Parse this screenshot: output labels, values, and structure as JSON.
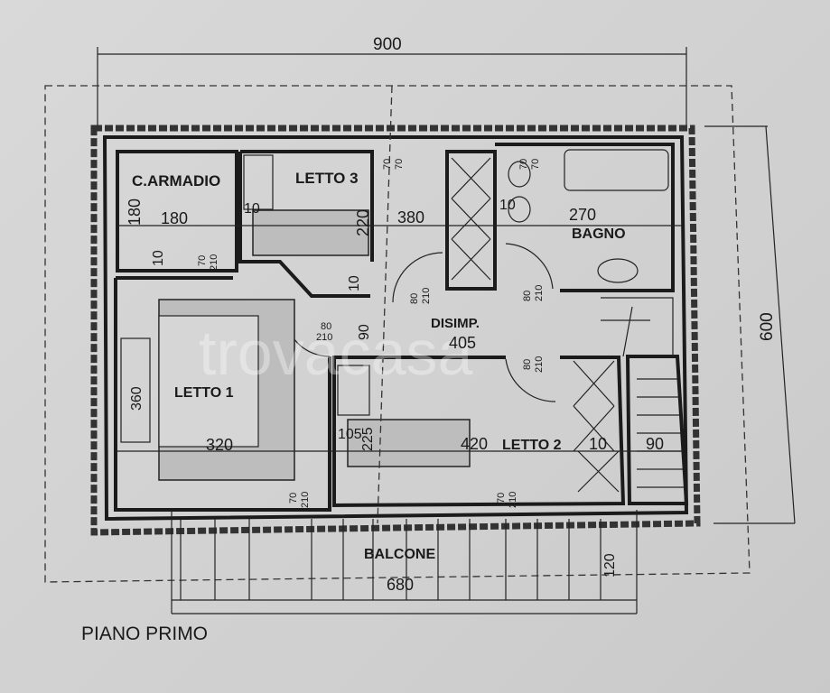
{
  "title": "PIANO PRIMO",
  "watermark": "trovacasa",
  "rooms": {
    "armadio": "C.ARMADIO",
    "letto3": "LETTO 3",
    "bagno": "BAGNO",
    "disimp": "DISIMP.",
    "letto1": "LETTO 1",
    "letto2": "LETTO 2",
    "balcone": "BALCONE"
  },
  "dimensions": {
    "overall_width": "900",
    "overall_depth": "600",
    "armadio_h": "180",
    "armadio_w": "180",
    "armadio_wall": "10",
    "armadio_door_w": "70",
    "armadio_door_h": "210",
    "letto3_wall": "10",
    "letto3_depth": "220",
    "corridor_wall": "10",
    "upper_width": "380",
    "letto3_door_w": "70",
    "letto3_door_h": "70",
    "bagno_wall": "10",
    "bagno_door_w": "70",
    "bagno_door_h": "70",
    "bagno_width": "270",
    "disimp_door1_w": "80",
    "disimp_door1_h": "210",
    "disimp_door2_w": "80",
    "disimp_door2_h": "210",
    "disimp_width": "405",
    "letto1_door_w": "80",
    "letto1_door_h": "210",
    "disimp_depth": "90",
    "letto1_depth": "360",
    "letto1_width": "320",
    "letto1_bal_door_w": "70",
    "letto1_bal_door_h": "210",
    "letto2_door_w": "80",
    "letto2_door_h": "210",
    "letto2_wall": "105",
    "letto2_depth": "225",
    "letto2_width": "420",
    "stair_wall": "10",
    "stair_width": "90",
    "letto2_bal_door_w": "70",
    "letto2_bal_door_h": "210",
    "balcone_width": "680",
    "balcone_depth": "120"
  }
}
